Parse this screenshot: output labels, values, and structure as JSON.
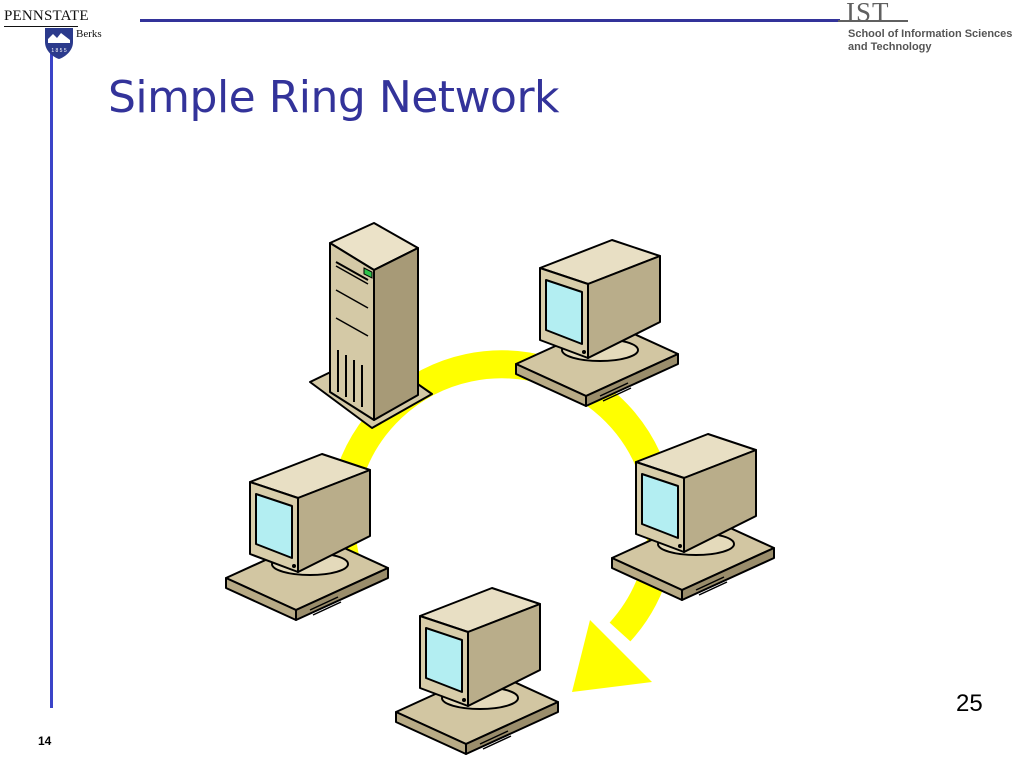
{
  "header": {
    "university_logo": {
      "wordmark": "PENNSTATE",
      "campus": "Berks",
      "icon": "shield-icon",
      "color": "#33339a"
    },
    "school_logo": {
      "mark": "IST",
      "line1": "School of Information Sciences",
      "line2": "and Technology",
      "color": "#555555"
    }
  },
  "slide": {
    "title": "Simple Ring Network",
    "title_color": "#33339a"
  },
  "diagram": {
    "ring_color": "#ffff00",
    "nodes": [
      {
        "id": "server",
        "icon": "server-tower-icon"
      },
      {
        "id": "pc-top-right",
        "icon": "desktop-computer-icon"
      },
      {
        "id": "pc-right",
        "icon": "desktop-computer-icon"
      },
      {
        "id": "pc-bottom",
        "icon": "desktop-computer-icon"
      },
      {
        "id": "pc-left",
        "icon": "desktop-computer-icon"
      }
    ]
  },
  "footer": {
    "page_number": "25",
    "slide_number": "14"
  }
}
